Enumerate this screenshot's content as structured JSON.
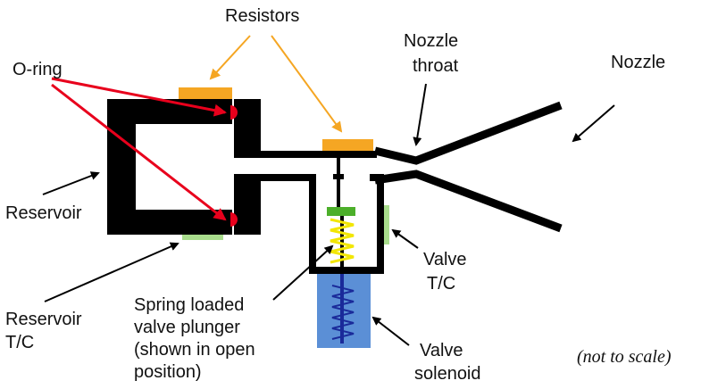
{
  "labels": {
    "resistors": "Resistors",
    "o_ring": "O-ring",
    "nozzle_throat": [
      "Nozzle",
      "throat"
    ],
    "nozzle": "Nozzle",
    "reservoir": "Reservoir",
    "reservoir_tc": [
      "Reservoir",
      "T/C"
    ],
    "valve_tc": [
      "Valve",
      "T/C"
    ],
    "plunger": [
      "Spring loaded",
      "valve plunger",
      "(shown in open",
      "position)"
    ],
    "valve_solenoid": [
      "Valve",
      "solenoid"
    ],
    "scale_note": "(not to scale)"
  },
  "colors": {
    "structure": "#000000",
    "resistor": "#f5a623",
    "o_ring": "#e8001c",
    "thermocouple": "#a8dc8c",
    "plunger_head": "#4caf2a",
    "spring": "#f2e600",
    "solenoid": "#5b8fd6",
    "coil": "#1a2a9a",
    "resistor_arrow": "#f5a623",
    "o_ring_arrow": "#e8001c"
  }
}
